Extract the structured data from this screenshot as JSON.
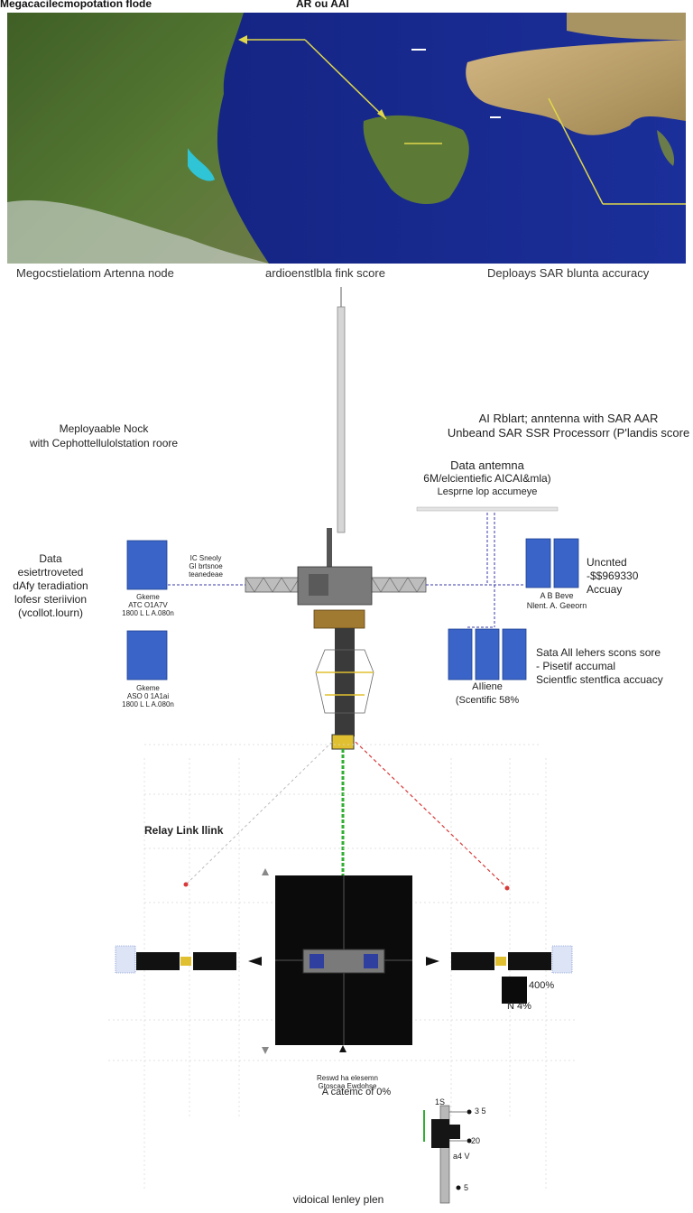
{
  "header": {
    "top_left": "Megacacilecmopotation flode",
    "top_center": "AR ou AAI"
  },
  "map_captions": {
    "left": "Megocstielatiom Artenna node",
    "center": "ardioenstlbla fink score",
    "right": "Deploays SAR blunta accuracy"
  },
  "left_labels": {
    "node_title_1": "Meployaable Nock",
    "node_title_2": "with Cephottellulolstation roore",
    "data_block": [
      "Data",
      "esietrtroveted",
      "dAfy teradiation",
      "lofesr steriivion",
      "(vcollot.lourn)"
    ],
    "panel1_small": [
      "Gkeme",
      "ATC O1A7V",
      "1800 L L A.080n"
    ],
    "panel2_small": [
      "Gkeme",
      "ASO 0 1A1ai",
      "1800 L L A.080n"
    ],
    "mid_small": [
      "IC Sneoly",
      "GI brtsnoe",
      "teanedeae"
    ]
  },
  "right_labels": {
    "title_1": "AI Rblart; anntenna with SAR AAR",
    "title_2": "Unbeand SAR SSR Processorr (P'landis score",
    "data_ant_1": "Data antemna",
    "data_ant_2": "6M/elcientiefic AICAI&mla)",
    "data_ant_3": "Lesprne lop accumeye",
    "upper_value": [
      "Uncnted",
      "-$$969330",
      "Accuay"
    ],
    "upper_small": [
      "A B Beve",
      "Nlent. A. Geeorn"
    ],
    "lower_block": [
      "Sata All lehers scons sore",
      "- Pisetif accumal",
      "Scientfic stentfica accuacy"
    ],
    "lower_panel": [
      "AIliene",
      "(Scentific 58%"
    ]
  },
  "relay": {
    "title": "Relay Link llink",
    "right_pct_1": "400%",
    "right_pct_2": "N  4%",
    "bottom_small": [
      "Reswd ha elesemn",
      "Gtoscaa Ewdohse"
    ],
    "bottom_value": "A catemc of 0%"
  },
  "ground": {
    "label_top": "1S",
    "label_a": "3 5",
    "label_b": "20",
    "label_c": "a4 V",
    "label_d": "5",
    "caption": "vidoical lenley plen"
  },
  "colors": {
    "ocean": "#1a2a8c",
    "land_green": "#4d6b2e",
    "land_desert": "#c4a574",
    "route": "#e0d84a",
    "solar": "#3a64c8",
    "red_link": "#d83a3a",
    "green_link": "#2fae2f"
  },
  "icons": [
    "arrow-right-icon",
    "arrow-left-icon",
    "arrow-up-icon",
    "arrow-down-icon"
  ]
}
